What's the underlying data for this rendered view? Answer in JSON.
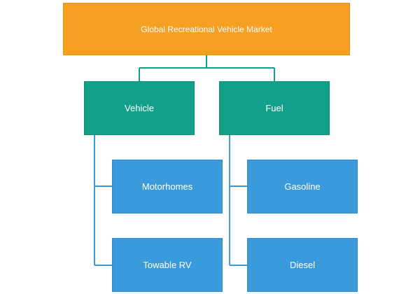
{
  "diagram": {
    "root": {
      "label": "Global Recreational Vehicle Market"
    },
    "categories": [
      {
        "label": "Vehicle",
        "children": [
          {
            "label": "Motorhomes"
          },
          {
            "label": "Towable RV"
          }
        ]
      },
      {
        "label": "Fuel",
        "children": [
          {
            "label": "Gasoline"
          },
          {
            "label": "Diesel"
          }
        ]
      }
    ],
    "colors": {
      "root": "#F5A023",
      "category": "#13A08A",
      "leaf": "#3A9BDC",
      "connector_top": "#13A08A",
      "connector_leaf": "#3A9BDC"
    }
  }
}
